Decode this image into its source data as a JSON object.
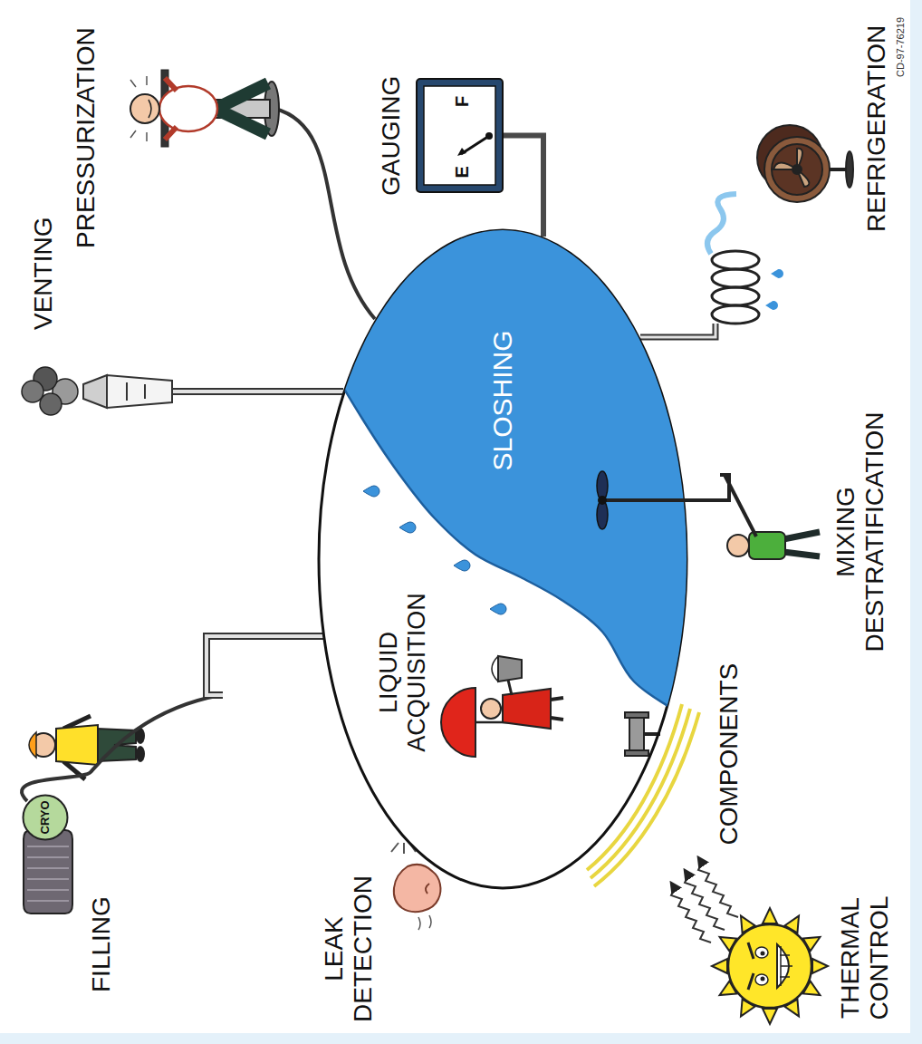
{
  "diagram": {
    "nodes": [
      {
        "text": [
          "CRYO"
        ]
      },
      {
        "text": [
          "LIQUID ACQUISITION"
        ]
      },
      {
        "text": [
          "SLOSHING"
        ],
        "in": 1
      },
      {
        "text": [
          "E",
          "F"
        ]
      }
    ],
    "edges": [
      {
        "from": 3,
        "to": 1,
        "arrow": "none"
      }
    ],
    "labels": [
      "FILLING",
      "VENTING",
      "PRESSURIZATION",
      "LEAK DETECTION",
      "GAUGING",
      "COMPONENTS",
      "THERMAL CONTROL",
      "MIXING DESTRATIFICATION",
      "REFRIGERATION",
      "CD-97-76219"
    ]
  }
}
